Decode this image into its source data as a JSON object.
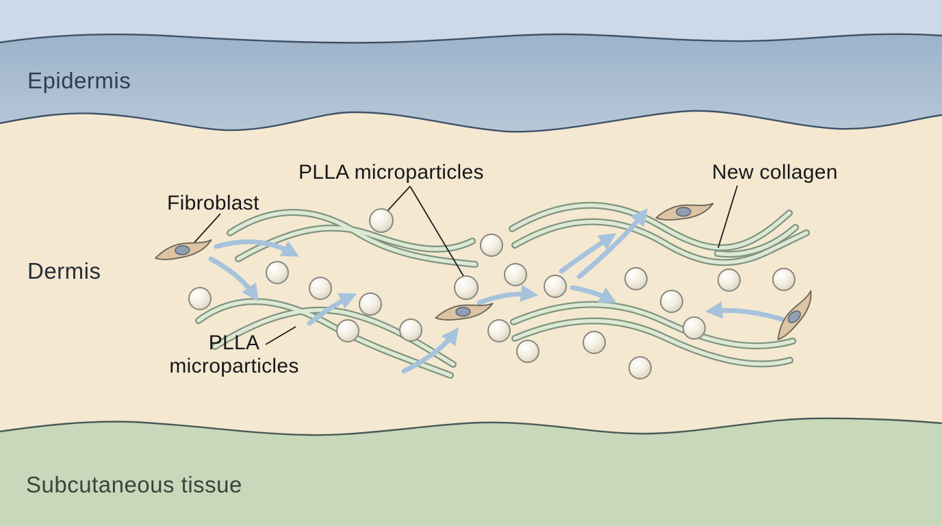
{
  "diagram": {
    "layers": {
      "epidermis": {
        "label": "Epidermis"
      },
      "dermis": {
        "label": "Dermis"
      },
      "subcutaneous": {
        "label": "Subcutaneous tissue"
      }
    },
    "labels": {
      "fibroblast": "Fibroblast",
      "plla_top": "PLLA microparticles",
      "plla_bottom_line1": "PLLA",
      "plla_bottom_line2": "microparticles",
      "new_collagen": "New collagen"
    },
    "colors": {
      "sky": "#cdd9e9",
      "epidermis_top": "#9db3cb",
      "epidermis_bottom": "#b7c7d8",
      "dermis": "#f4e8d1",
      "subcutaneous": "#c7d8bb",
      "layer_line": "#3e5166",
      "subcut_line": "#475a58",
      "fiber_fill": "#dde9d4",
      "fiber_outline": "#7f947f",
      "arrow": "#a6c2dc",
      "particle_fill": "#f3eee2",
      "particle_outline": "#87877f",
      "fibroblast_fill": "#dcc4a4",
      "fibroblast_outline": "#6e6758",
      "nucleus_fill": "#91a0b0",
      "nucleus_outline": "#5a6572",
      "leader_line": "#1c1c1c",
      "label_dark": "#17181a",
      "epidermis_text": "#2c3e55",
      "dermis_text": "#262c38",
      "subcut_text": "#37453b"
    }
  }
}
